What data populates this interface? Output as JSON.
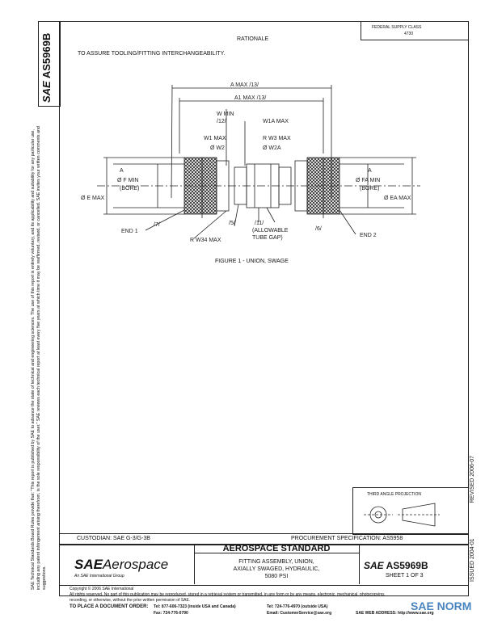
{
  "header": {
    "doc_id": "AS5969B",
    "sae_logo": "SAE",
    "rationale_title": "RATIONALE",
    "rationale_text": "TO ASSURE TOOLING/FITTING INTERCHANGEABILITY.",
    "fed_class_line1": "FEDERAL SUPPLY CLASS",
    "fed_class_line2": "4730"
  },
  "figure": {
    "caption": "FIGURE 1 - UNION, SWAGE",
    "labels": {
      "a_max": "A MAX  /13/",
      "a1_max": "A1 MAX  /13/",
      "w_min": "W MIN",
      "w_min_note": "/12/",
      "w1a_max": "W1A MAX",
      "w1_max": "W1 MAX",
      "r_w3_max": "R W3 MAX",
      "phi_w2": "Ø W2",
      "phi_w2a": "Ø W2A",
      "phi_f_min": "Ø F MIN",
      "bore_left": "(BORE)",
      "phi_e_max": "Ø E MAX",
      "phi_fa_min": "Ø FA MIN",
      "bore_right": "(BORE)",
      "phi_ea_max": "Ø EA MAX",
      "end1": "END 1",
      "end2": "END 2",
      "n7": "/7/",
      "n5": "/5/",
      "n11": "/11/",
      "allowable": "(ALLOWABLE",
      "tube_gap": "TUBE GAP)",
      "n6": "/6/",
      "r_w34_max": "R W34 MAX",
      "a_left": "A",
      "a_right": "A"
    }
  },
  "side": {
    "issued": "ISSUED 2004-01",
    "revised": "REVISED 2006-07",
    "rules_text": "SAE Technical Standards Board Rules provide that: \"This report is published by SAE to advance the state of technical and engineering sciences. The use of this report is entirely voluntary, and its applicability and suitability for any particular use, including any patent infringement arising therefrom, is the sole responsibility of the user.\" SAE reviews each technical report at least every five years at which time it may be reaffirmed, revised, or cancelled. SAE invites your written comments and suggestions."
  },
  "title_block": {
    "projection": "THIRD ANGLE PROJECTION",
    "custodian": "CUSTODIAN: SAE G-3/G-3B",
    "procurement": "PROCUREMENT SPECIFICATION: AS5958",
    "aero_logo_sae": "SAE",
    "aero_logo_word": "Aerospace",
    "aero_logo_sub": "An SAE International Group",
    "standard_title": "AEROSPACE STANDARD",
    "desc1": "FITTING ASSEMBLY, UNION,",
    "desc2": "AXIALLY SWAGED, HYDRAULIC,",
    "desc3": "5080 PSI",
    "doc_no_logo": "SAE",
    "doc_no": "AS5969B",
    "sheet": "SHEET 1 OF 3"
  },
  "footer": {
    "copyright": "Copyright © 2006 SAE International",
    "rights": "All rights reserved. No part of this publication may be reproduced, stored in a retrieval system or transmitted, in any form or by any means, electronic, mechanical, photocopying,",
    "rights2": "recording, or otherwise, without the prior written permission of SAE.",
    "order_label": "TO PLACE A DOCUMENT ORDER:",
    "tel1": "Tel: 877-606-7323 (inside USA and Canada)",
    "tel2": "Tel: 724-776-4970 (outside USA)",
    "fax": "Fax: 724-776-0790",
    "email": "Email: CustomerService@sae.org",
    "web": "SAE WEB ADDRESS: http://www.sae.org",
    "watermark": "SAE NORM"
  }
}
